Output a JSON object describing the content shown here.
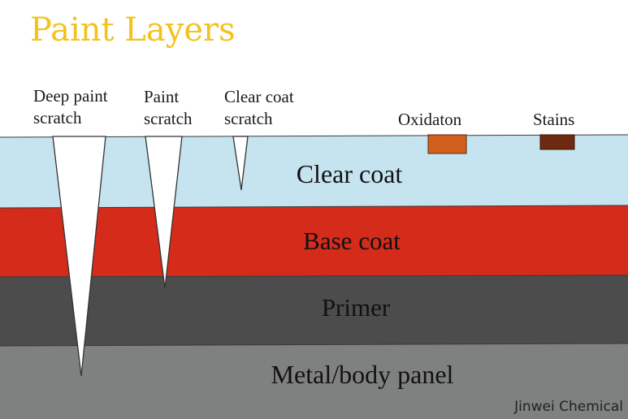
{
  "title": "Paint Layers",
  "callouts": {
    "deep": [
      "Deep paint",
      "scratch"
    ],
    "paint": [
      "Paint",
      "scratch"
    ],
    "clear": [
      "Clear coat",
      "scratch"
    ],
    "oxidation": "Oxidaton",
    "stains": "Stains"
  },
  "layers": {
    "clear_coat": {
      "label": "Clear coat",
      "color": "#c5e4ef"
    },
    "base_coat": {
      "label": "Base coat",
      "color": "#d42b1a"
    },
    "primer": {
      "label": "Primer",
      "color": "#4c4c4c"
    },
    "metal": {
      "label": "Metal/body panel",
      "color": "#7f8180"
    }
  },
  "marks": {
    "oxidation_color": "#d2601c",
    "stains_color": "#6e2a10"
  },
  "credit": "Jinwei Chemical"
}
